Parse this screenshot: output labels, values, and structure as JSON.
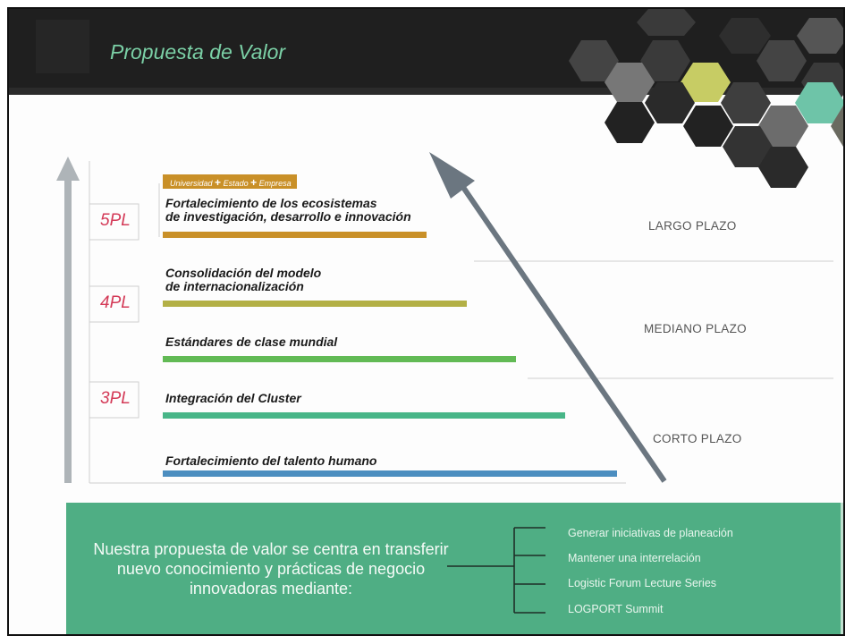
{
  "header": {
    "title": "Propuesta de Valor"
  },
  "levels": [
    {
      "code": "5PL"
    },
    {
      "code": "4PL"
    },
    {
      "code": "3PL"
    }
  ],
  "badge": {
    "part1": "Universidad",
    "part2": "Estado",
    "part3": "Empresa",
    "plus": "+"
  },
  "bars": [
    {
      "line1": "Fortalecimiento de los ecosistemas",
      "line2": "de investigación, desarrollo e innovación",
      "color": "#c99028"
    },
    {
      "line1": "Consolidación del modelo",
      "line2": "de internacionalización",
      "color": "#b3b046"
    },
    {
      "line1": "Estándares de clase mundial",
      "color": "#62ba55"
    },
    {
      "line1": "Integración del Cluster",
      "color": "#48b688"
    },
    {
      "line1": "Fortalecimiento del talento humano",
      "color": "#4c8ec0"
    }
  ],
  "terms": {
    "long": "LARGO PLAZO",
    "medium": "MEDIANO PLAZO",
    "short": "CORTO PLAZO"
  },
  "panel": {
    "statement": "Nuestra propuesta de valor se centra en transferir nuevo conocimiento y prácticas de negocio innovadoras mediante:",
    "items": [
      "Generar iniciativas de planeación",
      "Mantener una interrelación",
      "Logistic Forum Lecture Series",
      "LOGPORT Summit"
    ]
  },
  "colors": {
    "header_bg": "#1f1f1f",
    "title": "#7bd0a6",
    "level_code": "#d43b58",
    "panel_bg": "#4fae84",
    "arrow": "#6b7680"
  }
}
